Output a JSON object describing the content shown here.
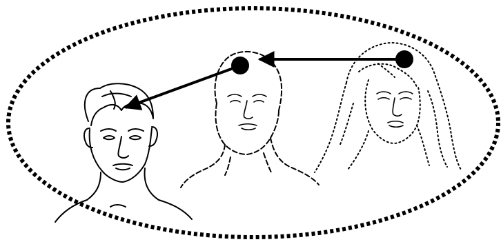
{
  "colors": {
    "ink": "#000000",
    "background": "#ffffff"
  },
  "figures": [
    {
      "id": "man",
      "line_style": "solid"
    },
    {
      "id": "middle-face",
      "line_style": "dashed"
    },
    {
      "id": "woman",
      "line_style": "dotted"
    }
  ],
  "arrows": [
    {
      "from": "woman",
      "to": "middle-face"
    },
    {
      "from": "middle-face",
      "to": "man"
    }
  ],
  "boundary": {
    "shape": "ellipse",
    "line_style": "heavy-dotted"
  }
}
